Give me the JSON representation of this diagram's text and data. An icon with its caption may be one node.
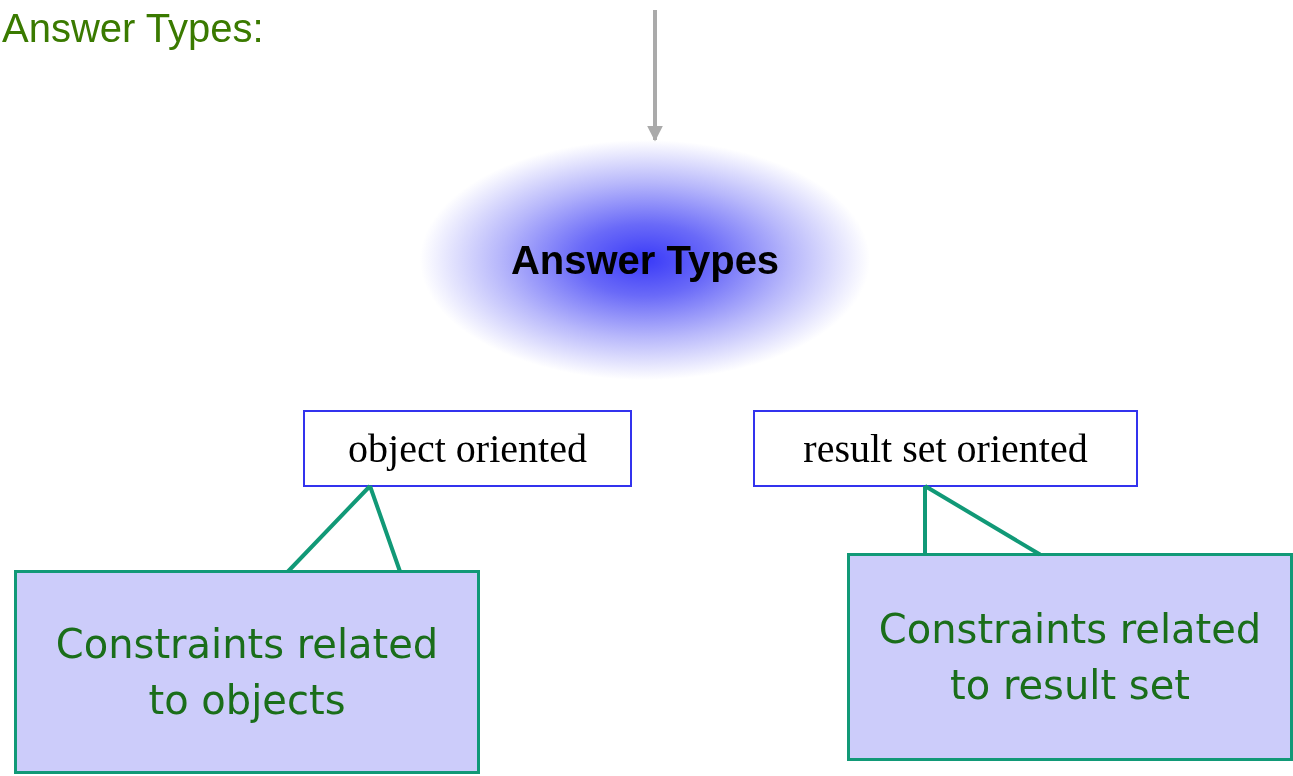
{
  "diagram": {
    "title": "Answer Types:",
    "nodes": [
      {
        "text": [
          "Answer Types"
        ]
      },
      {
        "text": [
          "object oriented"
        ]
      },
      {
        "text": [
          "result set oriented"
        ]
      },
      {
        "text": [
          "Constraints related to objects"
        ]
      },
      {
        "text": [
          "Constraints related to result set"
        ]
      }
    ],
    "edges": [
      {
        "from": null,
        "to": 0,
        "arrow": "to",
        "color": "#aaaaaa"
      },
      {
        "from": 3,
        "to": 1,
        "arrow": "none",
        "color": "#119977"
      },
      {
        "from": 4,
        "to": 2,
        "arrow": "none",
        "color": "#119977"
      }
    ]
  }
}
